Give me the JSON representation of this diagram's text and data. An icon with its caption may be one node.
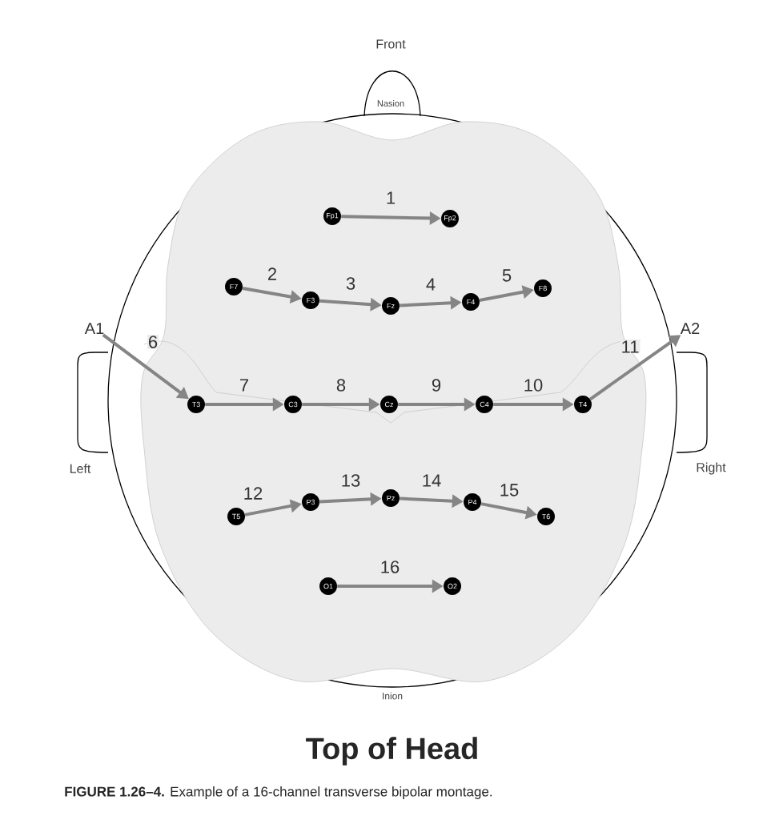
{
  "diagram": {
    "title": "Top of Head",
    "caption": "**FIGURE 1.26–4.** Example of a 16-channel transverse bipolar montage.",
    "nodes": [
      {
        "text": [
          "Fp1"
        ]
      },
      {
        "text": [
          "Fp2"
        ]
      },
      {
        "text": [
          "F7"
        ]
      },
      {
        "text": [
          "F3"
        ]
      },
      {
        "text": [
          "Fz"
        ]
      },
      {
        "text": [
          "F4"
        ]
      },
      {
        "text": [
          "F8"
        ]
      },
      {
        "text": [
          "A1"
        ]
      },
      {
        "text": [
          "T3"
        ]
      },
      {
        "text": [
          "C3"
        ]
      },
      {
        "text": [
          "Cz"
        ]
      },
      {
        "text": [
          "C4"
        ]
      },
      {
        "text": [
          "T4"
        ]
      },
      {
        "text": [
          "A2"
        ]
      },
      {
        "text": [
          "T5"
        ]
      },
      {
        "text": [
          "P3"
        ]
      },
      {
        "text": [
          "Pz"
        ]
      },
      {
        "text": [
          "P4"
        ]
      },
      {
        "text": [
          "T6"
        ]
      },
      {
        "text": [
          "O1"
        ]
      },
      {
        "text": [
          "O2"
        ]
      }
    ],
    "edges": [
      {
        "from": 0,
        "to": 1,
        "arrow": "to",
        "label": "1"
      },
      {
        "from": 2,
        "to": 3,
        "arrow": "to",
        "label": "2"
      },
      {
        "from": 3,
        "to": 4,
        "arrow": "to",
        "label": "3"
      },
      {
        "from": 4,
        "to": 5,
        "arrow": "to",
        "label": "4"
      },
      {
        "from": 5,
        "to": 6,
        "arrow": "to",
        "label": "5"
      },
      {
        "from": 7,
        "to": 8,
        "arrow": "to",
        "label": "6"
      },
      {
        "from": 8,
        "to": 9,
        "arrow": "to",
        "label": "7"
      },
      {
        "from": 9,
        "to": 10,
        "arrow": "to",
        "label": "8"
      },
      {
        "from": 10,
        "to": 11,
        "arrow": "to",
        "label": "9"
      },
      {
        "from": 11,
        "to": 12,
        "arrow": "to",
        "label": "10"
      },
      {
        "from": 12,
        "to": 13,
        "arrow": "to",
        "label": "11"
      },
      {
        "from": 14,
        "to": 15,
        "arrow": "to",
        "label": "12"
      },
      {
        "from": 15,
        "to": 16,
        "arrow": "to",
        "label": "13"
      },
      {
        "from": 16,
        "to": 17,
        "arrow": "to",
        "label": "14"
      },
      {
        "from": 17,
        "to": 18,
        "arrow": "to",
        "label": "15"
      },
      {
        "from": 19,
        "to": 20,
        "arrow": "to",
        "label": "16"
      }
    ],
    "labels": [
      "Front",
      "Nasion",
      "Left",
      "Right",
      "Inion"
    ]
  }
}
